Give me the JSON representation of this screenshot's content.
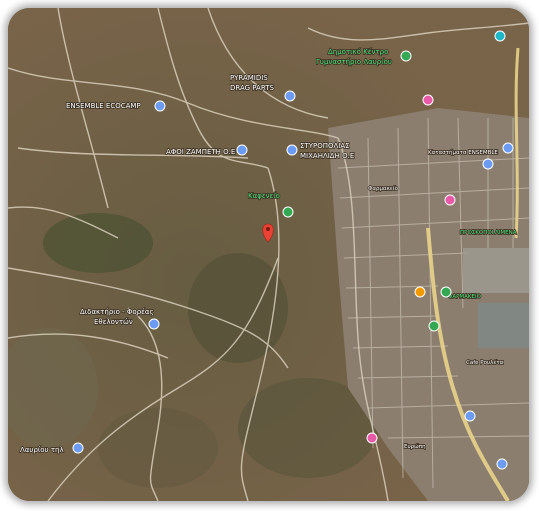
{
  "map": {
    "labels": {
      "ensemble": "ENSEMBLE ECOCAMP",
      "pyramidis": "PYRAMIDIS",
      "drag_parts": "DRAG PARTS",
      "zampeti": "ΑΦΟΙ ΖΑΜΠΕΤΗ Ο.Ε",
      "styrofoam_1": "ΣΤΥΡΟΠΟΛΙΑΣ",
      "styrofoam_2": "ΜΙΧΑΗΛΙΔΗ Ο.Ε",
      "school_1": "Δημοτικό Κέντρο",
      "school_2": "Γυμναστήριο Λαυρίου",
      "ensemble2": "Καταστήματα ENSEMBLE",
      "kafe": "Καφενείο",
      "pharmacy": "Φαρμακείο",
      "port": "ΠΡΟΣΚΟΠΟΙ ΛΙΜΕΝΑ",
      "mart": "ΦΑΡΜΑΚΕΙΟ",
      "didaskalio_1": "Διδακτήριο - Φορέας",
      "didaskalio_2": "Εθελοντών",
      "lavrio_tel": "Λαυρίου τηλ",
      "cafe_bottom": "Cafe Ρουλέτα",
      "lawyer": "Ευρώπη"
    },
    "pins": [
      {
        "name": "pyramidis-pin",
        "color": "#6b9bf2"
      },
      {
        "name": "zampeti-pin",
        "color": "#6b9bf2"
      },
      {
        "name": "styrofoam-pin",
        "color": "#6b9bf2"
      },
      {
        "name": "ensemble-pin",
        "color": "#6b9bf2"
      },
      {
        "name": "school-pin",
        "color": "#34a853"
      },
      {
        "name": "red-location-pin",
        "color": "#ea4335"
      },
      {
        "name": "pink-pin",
        "color": "#e85aa8"
      },
      {
        "name": "orange-pin",
        "color": "#f29900"
      },
      {
        "name": "teal-pin",
        "color": "#1fb6c8"
      }
    ]
  }
}
